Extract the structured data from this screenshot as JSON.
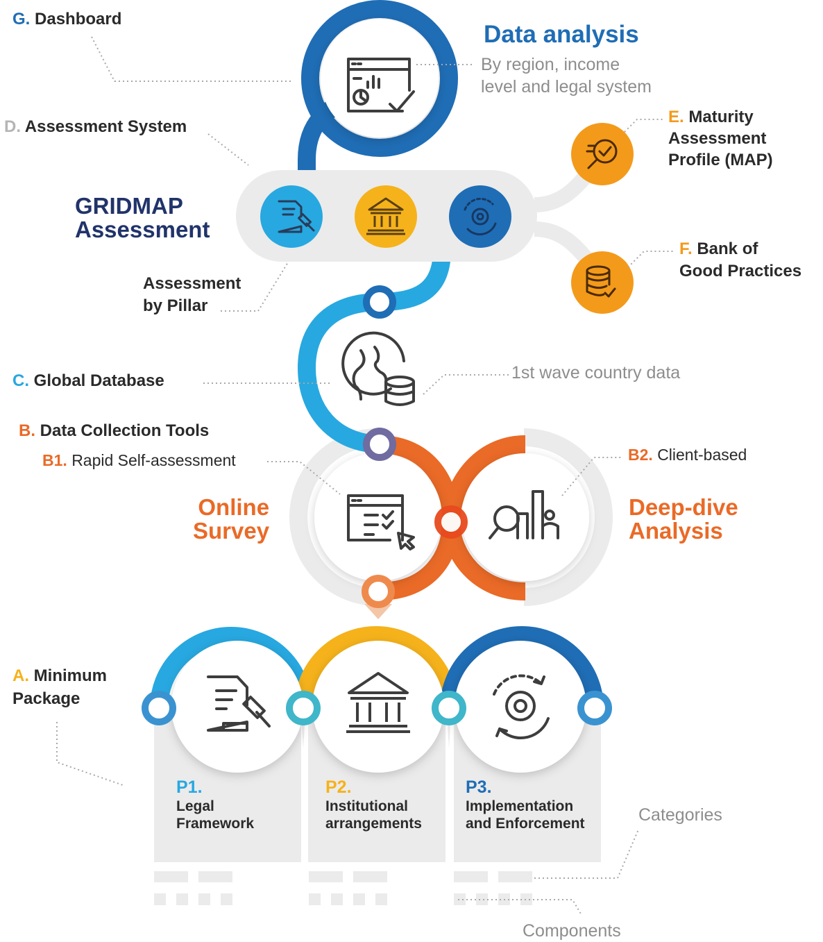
{
  "colors": {
    "blue_dark": "#1f6db5",
    "blue_light": "#27a8e0",
    "yellow": "#f5b21b",
    "orange": "#f07f1b",
    "orange_deep": "#e8692a",
    "navy": "#21336b",
    "gray_band": "#ebebeb",
    "text_dark": "#2a2a2a",
    "text_gray": "#8d8d8d"
  },
  "icons": {
    "data_analysis": "dashboard-window-icon",
    "assessment_pillar_1": "legal-document-gavel-icon",
    "assessment_pillar_2": "institution-building-icon",
    "assessment_pillar_3": "gear-cycle-icon",
    "map": "magnifier-check-icon",
    "bank": "database-check-icon",
    "global_database": "globe-database-icon",
    "online_survey": "checklist-window-cursor-icon",
    "deep_dive": "magnifier-chart-person-icon"
  },
  "labels": {
    "g_code": "G.",
    "g_text": "Dashboard",
    "data_analysis_title": "Data analysis",
    "data_analysis_note_1": "By region, income",
    "data_analysis_note_2": "level and legal system",
    "d_code": "D.",
    "d_text": "Assessment System",
    "e_code": "E.",
    "e_text_1": "Maturity",
    "e_text_2": "Assessment",
    "e_text_3": "Profile (MAP)",
    "gridmap_1": "GRIDMAP",
    "gridmap_2": "Assessment",
    "by_pillar_1": "Assessment",
    "by_pillar_2": "by Pillar",
    "f_code": "F.",
    "f_text_1": "Bank of",
    "f_text_2": "Good Practices",
    "c_code": "C.",
    "c_text": "Global Database",
    "wave_note": "1st wave country data",
    "b_code": "B.",
    "b_text": "Data Collection Tools",
    "b1_code": "B1.",
    "b1_text": "Rapid Self-assessment",
    "b2_code": "B2.",
    "b2_text": "Client-based",
    "online_1": "Online",
    "online_2": "Survey",
    "deep_1": "Deep-dive",
    "deep_2": "Analysis",
    "a_code": "A.",
    "a_text_1": "Minimum",
    "a_text_2": "Package",
    "p1_code": "P1.",
    "p1_text": "Legal Framework",
    "p2_code": "P2.",
    "p2_text": "Institutional arrangements",
    "p3_code": "P3.",
    "p3_text": "Implementation and Enforcement",
    "categories": "Categories",
    "components": "Components"
  }
}
